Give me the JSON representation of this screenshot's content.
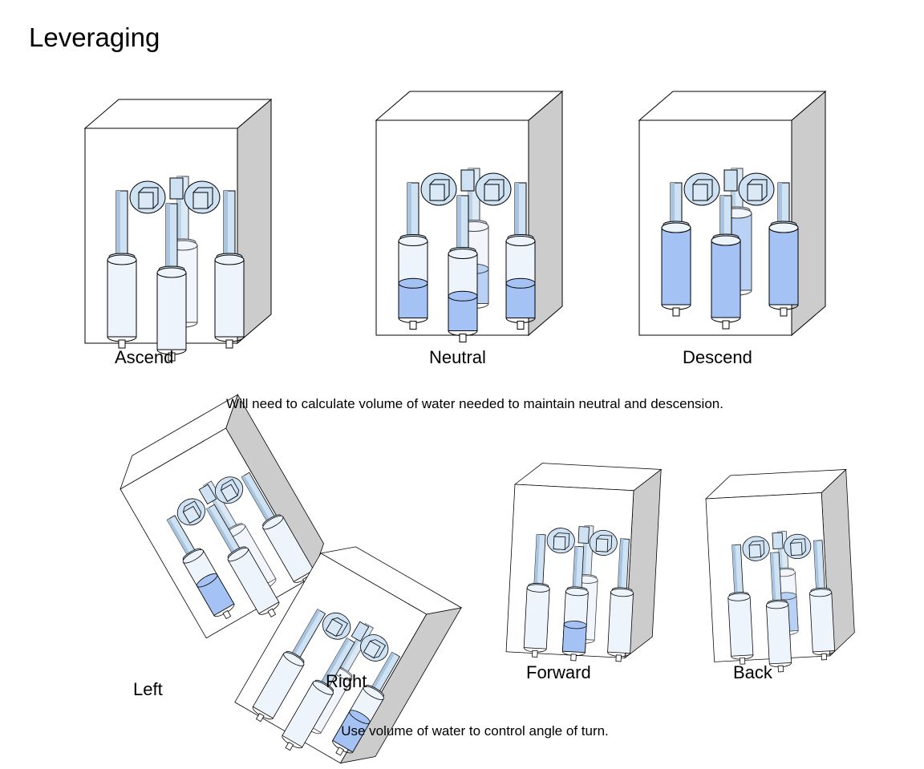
{
  "title": "Leveraging",
  "modes": [
    {
      "id": "ascend",
      "label": "Ascend",
      "tanks": [
        0,
        0,
        0,
        0
      ]
    },
    {
      "id": "neutral",
      "label": "Neutral",
      "tanks": [
        0.45,
        0.45,
        0.45,
        0.45
      ]
    },
    {
      "id": "descend",
      "label": "Descend",
      "tanks": [
        1,
        1,
        1,
        1
      ]
    },
    {
      "id": "left",
      "label": "Left",
      "tanks": [
        0.55,
        0,
        0,
        0
      ]
    },
    {
      "id": "right",
      "label": "Right",
      "tanks": [
        0,
        0,
        0.55,
        0
      ]
    },
    {
      "id": "forward",
      "label": "Forward",
      "tanks": [
        0,
        0.45,
        0,
        0
      ]
    },
    {
      "id": "back",
      "label": "Back",
      "tanks": [
        0,
        0,
        0,
        0.6
      ]
    }
  ],
  "notes": {
    "vertical": "Will need to calculate volume of water needed to maintain neutral and descension.",
    "turn": "Use volume of water to control angle of turn."
  },
  "colors": {
    "water": "#a4c2f4",
    "glass": "#eef4fb",
    "part": "#cfe2f3",
    "side": "#cccccc",
    "outline": "#000000"
  }
}
